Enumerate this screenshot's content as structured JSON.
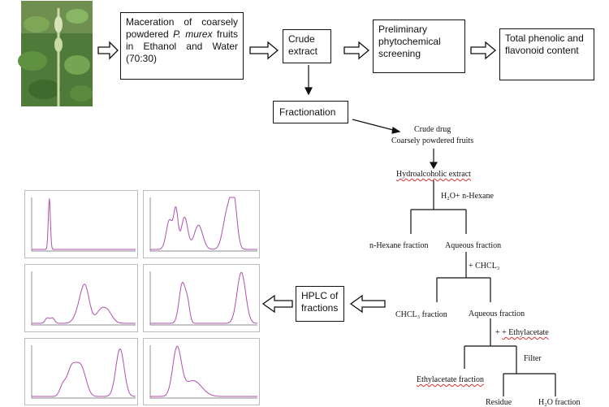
{
  "plant_photo": {
    "alt": "P. murex plant"
  },
  "steps": {
    "maceration_pre": "Maceration of coarsely powdered ",
    "maceration_species": "P. murex",
    "maceration_post": " fruits in Ethanol and Water (70:30)",
    "crude_extract": "Crude extract",
    "screening": "Preliminary phytochemical screening",
    "phenolic": "Total phenolic and flavonoid content",
    "fractionation": "Fractionation",
    "hplc": "HPLC of fractions"
  },
  "scheme": {
    "crude_drug": "Crude drug",
    "coarse_fruits": "Coarsely powdered fruits",
    "hydroalcoholic": "Hydroalcoholic extract",
    "h2o_hexane": "H₂O+ n-Hexane",
    "hexane_fraction": "n-Hexane fraction",
    "aqueous_1": "Aqueous fraction",
    "plus_chcl3": "+ CHCL₃",
    "chcl3_fraction": "CHCL₃ fraction",
    "aqueous_2": "Aqueous fraction",
    "plus_ethylacetate": "+ Ethylacetate",
    "filter": "Filter",
    "ethylacetate_fraction": "Ethylacetate fraction",
    "residue": "Residue",
    "h2o_fraction": "H₂O fraction"
  },
  "chromatograms": [
    {
      "name": "hexane",
      "peaks": [
        [
          0.17,
          0.95,
          0.01
        ]
      ]
    },
    {
      "name": "chcl3-a",
      "peaks": [
        [
          0.18,
          0.55,
          0.03
        ],
        [
          0.24,
          0.7,
          0.02
        ],
        [
          0.32,
          0.6,
          0.03
        ],
        [
          0.45,
          0.45,
          0.04
        ],
        [
          0.72,
          0.7,
          0.04
        ],
        [
          0.78,
          0.85,
          0.03
        ]
      ]
    },
    {
      "name": "chcl3-b",
      "peaks": [
        [
          0.15,
          0.1,
          0.02
        ],
        [
          0.2,
          0.1,
          0.02
        ],
        [
          0.48,
          0.35,
          0.05
        ],
        [
          0.52,
          0.45,
          0.04
        ],
        [
          0.65,
          0.15,
          0.04
        ],
        [
          0.72,
          0.25,
          0.05
        ]
      ]
    },
    {
      "name": "ethyl-a",
      "peaks": [
        [
          0.3,
          0.75,
          0.03
        ],
        [
          0.35,
          0.3,
          0.02
        ],
        [
          0.85,
          0.95,
          0.04
        ]
      ]
    },
    {
      "name": "ethyl-b",
      "peaks": [
        [
          0.3,
          0.2,
          0.03
        ],
        [
          0.38,
          0.5,
          0.04
        ],
        [
          0.45,
          0.4,
          0.04
        ],
        [
          0.5,
          0.3,
          0.04
        ],
        [
          0.85,
          0.9,
          0.04
        ]
      ]
    },
    {
      "name": "water",
      "peaks": [
        [
          0.25,
          0.9,
          0.04
        ],
        [
          0.4,
          0.3,
          0.08
        ]
      ]
    }
  ]
}
